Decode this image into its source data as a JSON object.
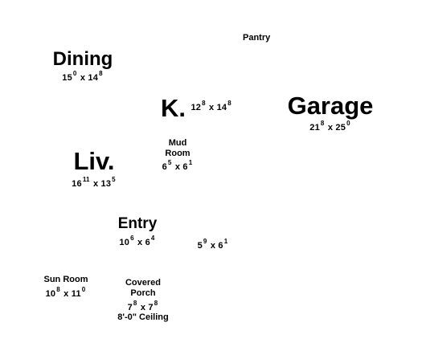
{
  "rooms": {
    "pantry": {
      "name": "Pantry"
    },
    "dining": {
      "name": "Dining",
      "w": "15",
      "w_in": "0",
      "l": "14",
      "l_in": "8"
    },
    "kitchen": {
      "name": "K.",
      "w": "12",
      "w_in": "8",
      "l": "14",
      "l_in": "8"
    },
    "garage": {
      "name": "Garage",
      "w": "21",
      "w_in": "8",
      "l": "25",
      "l_in": "0"
    },
    "mud_room": {
      "name_line1": "Mud",
      "name_line2": "Room",
      "w": "6",
      "w_in": "5",
      "l": "6",
      "l_in": "1"
    },
    "living": {
      "name": "Liv.",
      "w": "16",
      "w_in": "11",
      "l": "13",
      "l_in": "5"
    },
    "entry": {
      "name": "Entry",
      "w": "10",
      "w_in": "6",
      "l": "6",
      "l_in": "4"
    },
    "unnamed": {
      "w": "5",
      "w_in": "9",
      "l": "6",
      "l_in": "1"
    },
    "sun_room": {
      "name": "Sun Room",
      "w": "10",
      "w_in": "8",
      "l": "11",
      "l_in": "0"
    },
    "porch": {
      "name_line1": "Covered",
      "name_line2": "Porch",
      "w": "7",
      "w_in": "8",
      "l": "7",
      "l_in": "8",
      "ceiling": "8'-0\" Ceiling"
    }
  },
  "separator": "x"
}
